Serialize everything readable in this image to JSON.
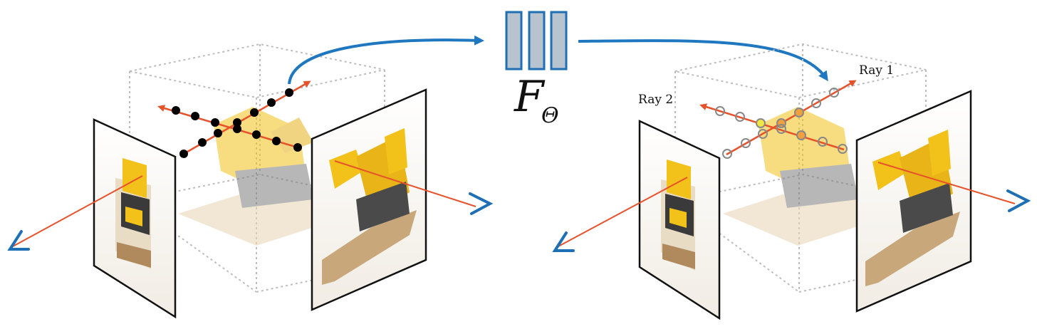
{
  "network": {
    "symbol": "F",
    "subscript": "Θ",
    "layer_count": 3
  },
  "labels": {
    "ray1": "Ray 1",
    "ray2": "Ray 2"
  },
  "colors": {
    "ray": "#e8522a",
    "arrow": "#1f77c0",
    "camera": "#1f6fb5",
    "layer_fill": "#b7c3cf",
    "layer_stroke": "#1f6fb5",
    "sample_dot": "#000000",
    "sample_hollow": "#888888",
    "sample_orange": "#f0a03c",
    "sample_yellow": "#f2e640",
    "box_edge": "#bfbfbf",
    "bulldozer_body": "#f2c11a",
    "ground": "#c8a77a"
  },
  "icons": {
    "camera": "camera-eye-icon",
    "network": "network-layers-icon"
  }
}
